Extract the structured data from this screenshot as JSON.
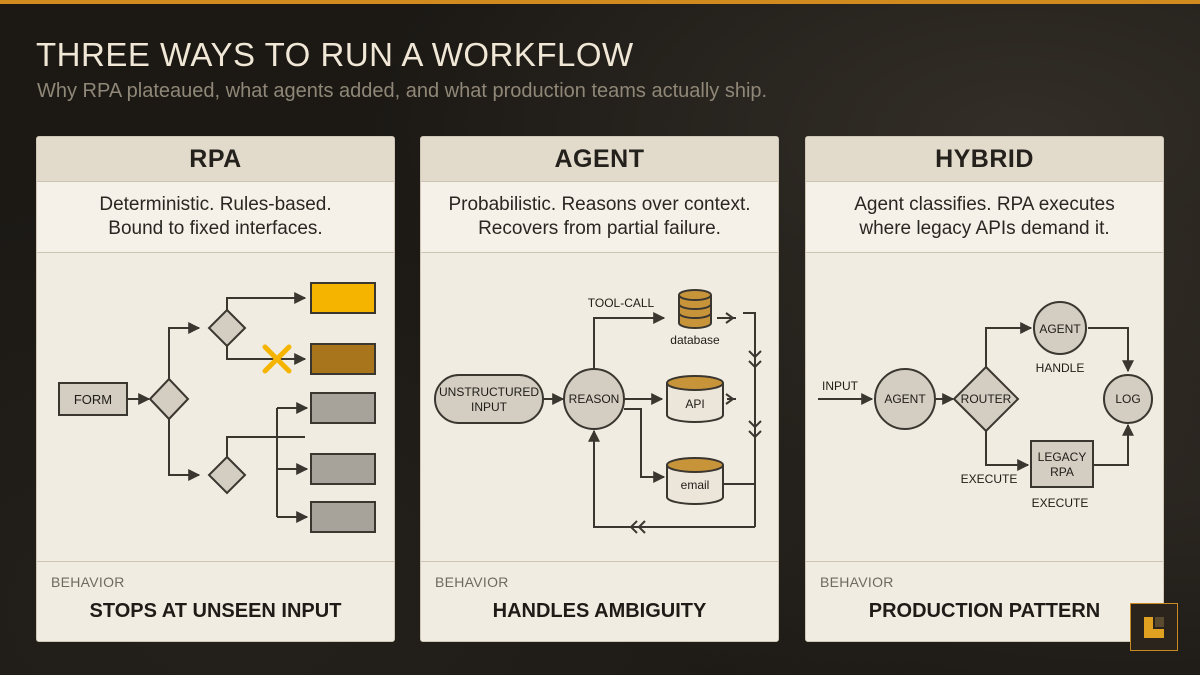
{
  "header": {
    "title": "THREE WAYS TO RUN A WORKFLOW",
    "subtitle": "Why RPA plateaued, what agents added, and what production teams actually ship."
  },
  "colors": {
    "accent": "#d18a1e",
    "gold": "#f4b400",
    "brown": "#a8751c",
    "gray_box": "#a8a39a",
    "node_fill": "#d3cdc2",
    "stroke": "#3a3630"
  },
  "cards": {
    "rpa": {
      "title": "RPA",
      "desc_line1": "Deterministic. Rules-based.",
      "desc_line2": "Bound to fixed interfaces.",
      "diagram": {
        "form": "FORM"
      },
      "behavior_label": "BEHAVIOR",
      "behavior": "STOPS AT UNSEEN INPUT"
    },
    "agent": {
      "title": "AGENT",
      "desc_line1": "Probabilistic. Reasons over context.",
      "desc_line2": "Recovers from partial failure.",
      "diagram": {
        "input_line1": "UNSTRUCTURED",
        "input_line2": "INPUT",
        "reason": "REASON",
        "tool_call": "TOOL-CALL",
        "database": "database",
        "api": "API",
        "email": "email"
      },
      "behavior_label": "BEHAVIOR",
      "behavior": "HANDLES AMBIGUITY"
    },
    "hybrid": {
      "title": "HYBRID",
      "desc_line1": "Agent classifies. RPA executes",
      "desc_line2": "where legacy APIs demand it.",
      "diagram": {
        "input": "INPUT",
        "agent": "AGENT",
        "router": "ROUTER",
        "agent_top": "AGENT",
        "handle": "HANDLE",
        "legacy_line1": "LEGACY",
        "legacy_line2": "RPA",
        "execute_left": "EXECUTE",
        "execute_bottom": "EXECUTE",
        "log": "LOG"
      },
      "behavior_label": "BEHAVIOR",
      "behavior": "PRODUCTION PATTERN"
    }
  }
}
